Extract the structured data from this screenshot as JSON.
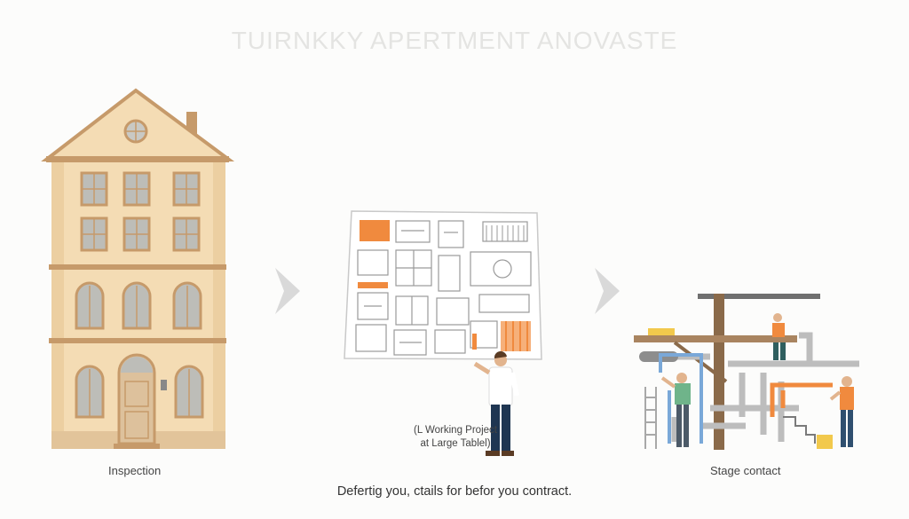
{
  "title": "TUIRNKKY APERTMENT ANOVASTE",
  "steps": [
    {
      "label": "Inspection"
    },
    {
      "label_line1": "(L Working Project",
      "label_line2": "at Large Tablel)"
    },
    {
      "label": "Stage contact"
    }
  ],
  "footer": "Defertig you, ctails for befor you contract.",
  "colors": {
    "building_wall": "#f4dcb4",
    "building_trim": "#c69a6a",
    "accent_orange": "#f08a3e",
    "arrow_gray": "#d9d9d9",
    "pipe_gray": "#bdbdbd",
    "beam_brown": "#8a6a4a"
  }
}
